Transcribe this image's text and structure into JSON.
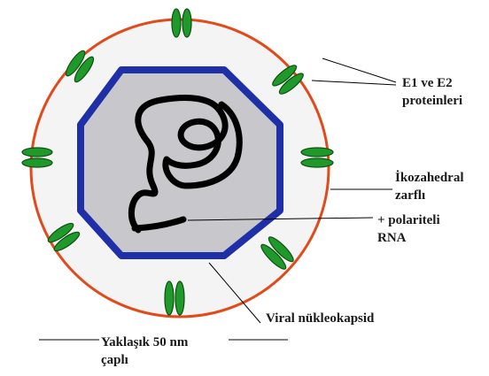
{
  "labels": {
    "e1e2_line1": "E1 ve E2",
    "e1e2_line2": "proteinleri",
    "envelope_line1": "İkozahedral",
    "envelope_line2": "zarflı",
    "rna_line1": "+ polariteli",
    "rna_line2": "RNA",
    "nucleocapsid": "Viral nükleokapsid",
    "size_line1": "Yaklaşık 50 nm",
    "size_line2": "çaplı"
  },
  "colors": {
    "envelope": "#e24a1a",
    "capsid": "#1f2fa8",
    "capsid_fill": "#c8c8cc",
    "protein": "#1f9a2a",
    "protein_stroke": "#0e4f12",
    "rna": "#000000",
    "envelope_fill": "#f4f4f4"
  }
}
